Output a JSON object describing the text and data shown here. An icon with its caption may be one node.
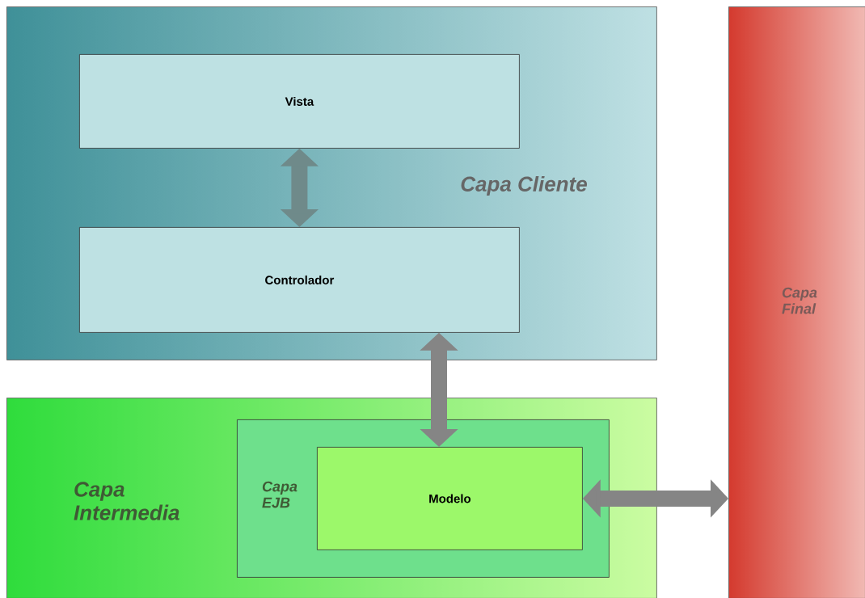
{
  "diagram": {
    "nodes": [
      {
        "text": [
          "Capa Cliente"
        ]
      },
      {
        "text": [
          "Vista"
        ],
        "in": 0
      },
      {
        "text": [
          "Controlador"
        ],
        "in": 0
      },
      {
        "text": [
          "Capa Intermedia"
        ]
      },
      {
        "text": [
          "Capa EJB"
        ],
        "in": 3
      },
      {
        "text": [
          "Modelo"
        ],
        "in": 4
      },
      {
        "text": [
          "Capa Final"
        ]
      }
    ],
    "edges": [
      {
        "from": 1,
        "to": 2,
        "arrow": "both",
        "color": "#6f8a8a"
      },
      {
        "from": 2,
        "to": 5,
        "arrow": "both"
      },
      {
        "from": 5,
        "to": 6,
        "arrow": "both"
      }
    ]
  }
}
